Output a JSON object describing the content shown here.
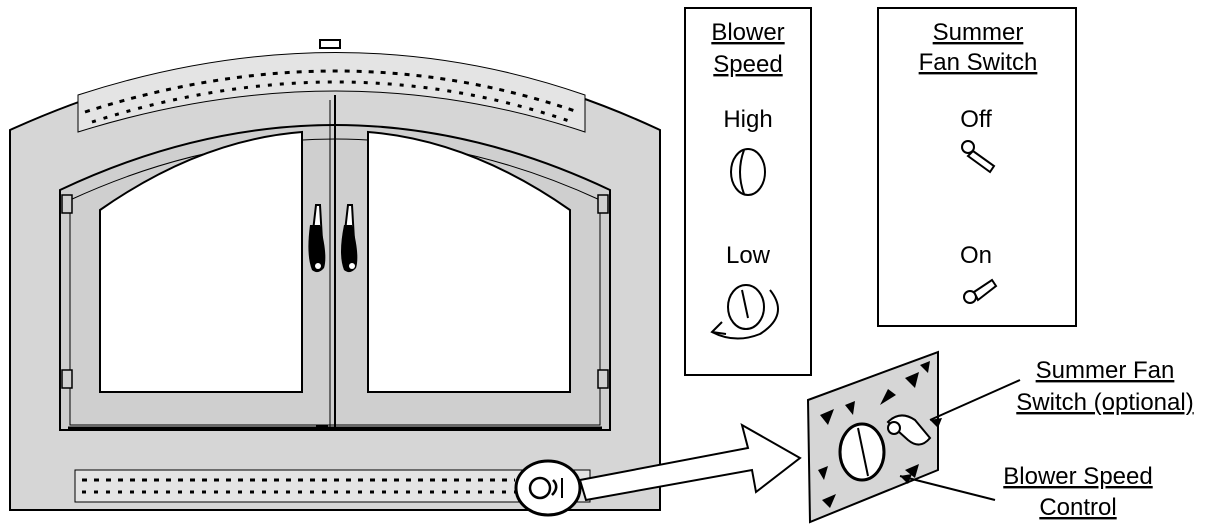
{
  "blower_panel": {
    "title_line1": "Blower",
    "title_line2": "Speed",
    "high_label": "High",
    "low_label": "Low"
  },
  "fan_panel": {
    "title_line1": "Summer",
    "title_line2": "Fan Switch",
    "off_label": "Off",
    "on_label": "On"
  },
  "callouts": {
    "fan_switch_line1": "Summer Fan",
    "fan_switch_line2": "Switch (optional)",
    "blower_control_line1": "Blower Speed",
    "blower_control_line2": "Control"
  },
  "colors": {
    "ink": "#000000",
    "fireplace_fill": "#d6d6d6",
    "paper": "#ffffff"
  }
}
